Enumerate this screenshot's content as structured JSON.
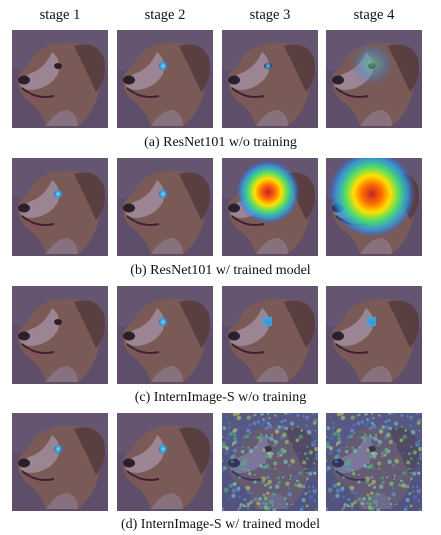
{
  "stage_labels": [
    "stage 1",
    "stage 2",
    "stage 3",
    "stage 4"
  ],
  "rows": [
    {
      "caption": "(a) ResNet101 w/o training",
      "cells": [
        {
          "map": "none"
        },
        {
          "map": "dot"
        },
        {
          "map": "small-dot"
        },
        {
          "map": "faint-blob"
        }
      ]
    },
    {
      "caption": "(b) ResNet101 w/ trained model",
      "cells": [
        {
          "map": "dot"
        },
        {
          "map": "dot"
        },
        {
          "map": "blob-medium"
        },
        {
          "map": "blob-large"
        }
      ]
    },
    {
      "caption": "(c) InternImage-S w/o training",
      "cells": [
        {
          "map": "none"
        },
        {
          "map": "dot"
        },
        {
          "map": "square"
        },
        {
          "map": "square"
        }
      ]
    },
    {
      "caption": "(d) InternImage-S w/ trained model",
      "cells": [
        {
          "map": "dot"
        },
        {
          "map": "dot"
        },
        {
          "map": "scatter"
        },
        {
          "map": "scatter"
        }
      ]
    }
  ]
}
